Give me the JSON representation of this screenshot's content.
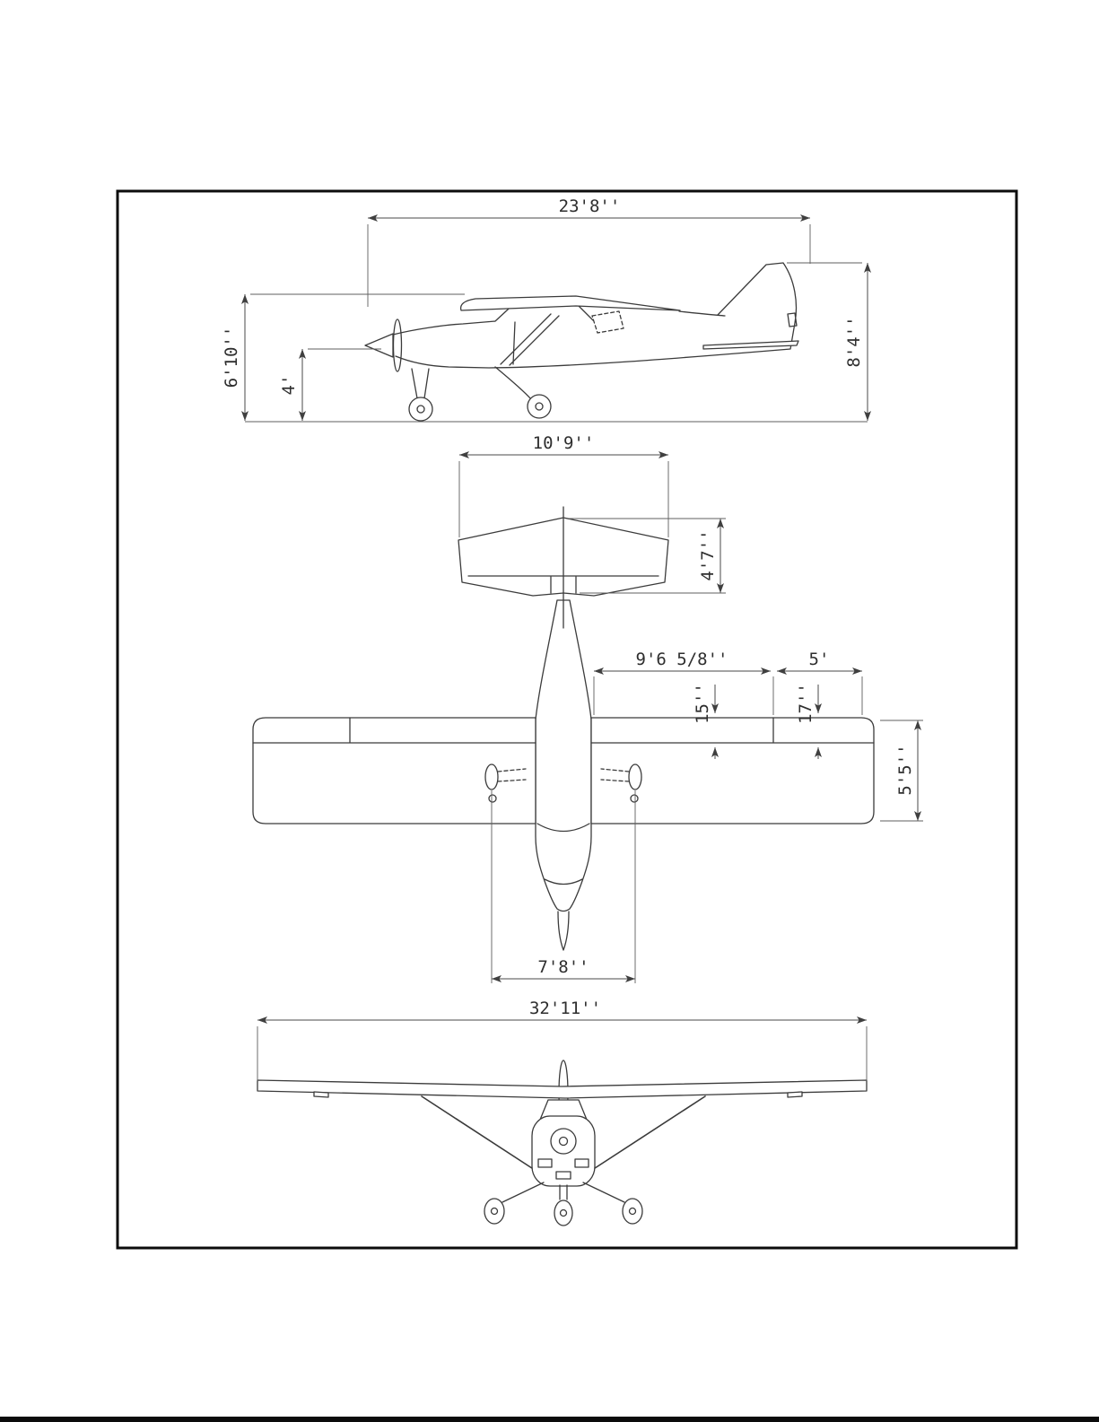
{
  "document": {
    "type": "aircraft three-view dimension drawing"
  },
  "dimensions": {
    "side_view": {
      "overall_length": "23'8''",
      "wing_height": "6'10''",
      "prop_hub_height": "4'",
      "tail_height": "8'4''"
    },
    "top_view": {
      "stabilizer_span": "10'9''",
      "stabilizer_chord": "4'7''",
      "flap_span": "9'6 5/8''",
      "aileron_span": "5'",
      "flap_chord": "15''",
      "aileron_chord": "17''",
      "wing_chord": "5'5''",
      "gear_track": "7'8''"
    },
    "front_view": {
      "wing_span": "32'11''"
    }
  }
}
